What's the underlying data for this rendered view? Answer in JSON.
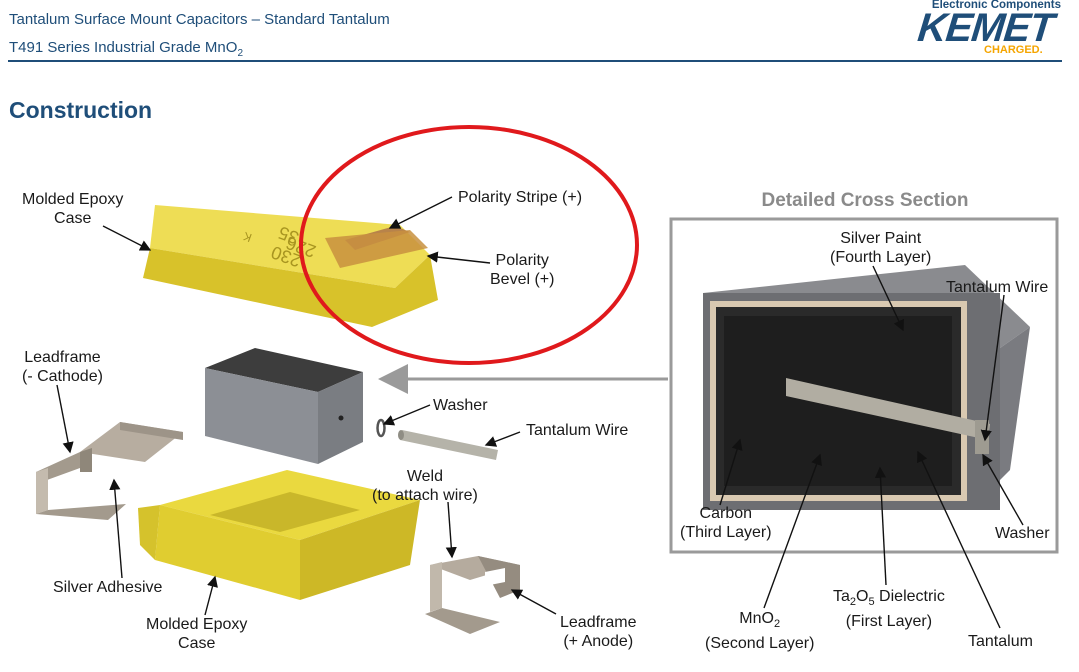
{
  "header": {
    "title_line1": "Tantalum Surface Mount Capacitors – Standard Tantalum",
    "title_line2_main": "T491 Series Industrial Grade MnO",
    "title_line2_sub": "2"
  },
  "logo": {
    "tagline": "Electronic Components",
    "brand": "KEMET",
    "slogan": "CHARGED."
  },
  "section_title": "Construction",
  "case_marking": {
    "line1": "226",
    "line2": "35",
    "line3": "230",
    "line4": "K"
  },
  "labels": {
    "molded_epoxy_case_top": {
      "line1": "Molded Epoxy",
      "line2": "Case"
    },
    "polarity_stripe": "Polarity Stripe (+)",
    "polarity_bevel": {
      "line1": "Polarity",
      "line2": "Bevel (+)"
    },
    "leadframe_cathode": {
      "line1": "Leadframe",
      "line2": "(- Cathode)"
    },
    "washer": "Washer",
    "tantalum_wire": "Tantalum Wire",
    "weld": {
      "line1": "Weld",
      "line2": "(to attach wire)"
    },
    "silver_adhesive": "Silver Adhesive",
    "molded_epoxy_case_bottom": {
      "line1": "Molded Epoxy",
      "line2": "Case"
    },
    "leadframe_anode": {
      "line1": "Leadframe",
      "line2": "(+ Anode)"
    }
  },
  "cross_section": {
    "title": "Detailed Cross Section",
    "silver_paint": {
      "line1": "Silver Paint",
      "line2": "(Fourth Layer)"
    },
    "tantalum_wire": "Tantalum Wire",
    "carbon": {
      "line1": "Carbon",
      "line2": "(Third Layer)"
    },
    "washer": "Washer",
    "mno2": {
      "main": "MnO",
      "sub": "2",
      "line2": "(Second Layer)"
    },
    "dielectric": {
      "part1": "Ta",
      "sub1": "2",
      "part2": "O",
      "sub2": "5",
      "part3": " Dielectric",
      "line2": "(First Layer)"
    },
    "tantalum": "Tantalum"
  },
  "colors": {
    "brand_blue": "#1f4e79",
    "accent_orange": "#f5a500",
    "highlight_red": "#e0191c",
    "epoxy_yellow": "#e6d23a",
    "frame_gray": "#9a9a9a"
  }
}
